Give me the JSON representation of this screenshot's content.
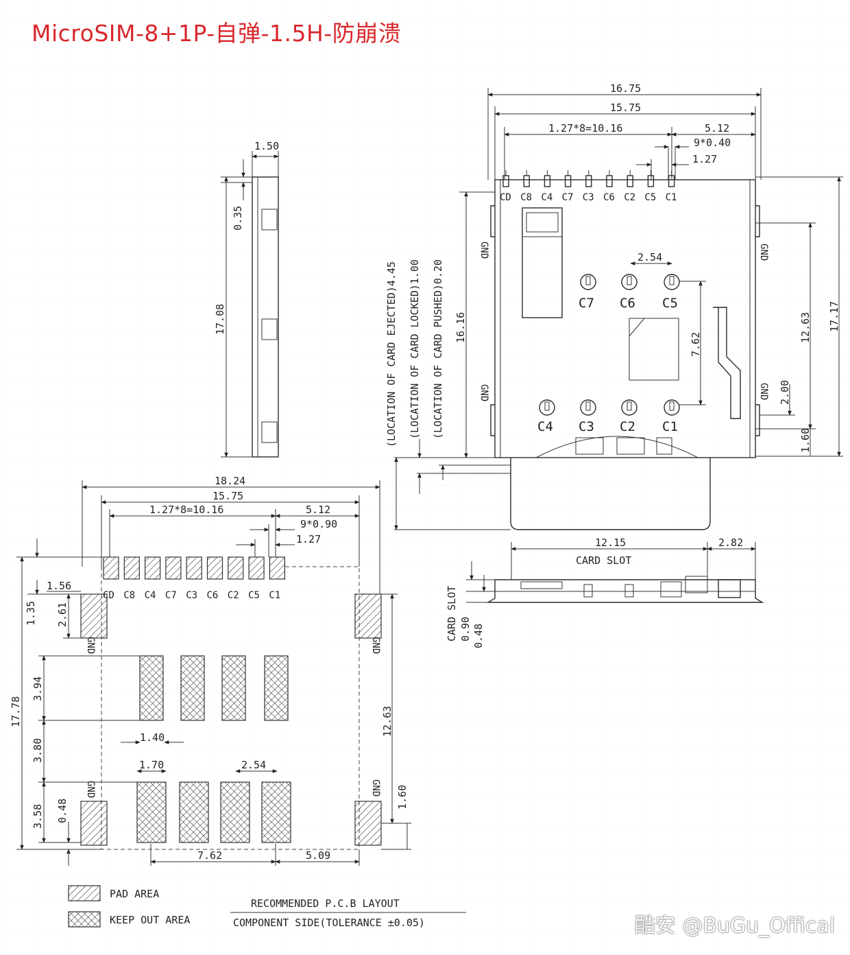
{
  "title": "MicroSIM-8+1P-自弹-1.5H-防崩溃",
  "side_view": {
    "top_width": "1.50",
    "notch": "0.35",
    "height": "17.08"
  },
  "top_view": {
    "overall_width": "16.75",
    "slot_width": "15.75",
    "pitch_total": "1.27*8=10.16",
    "offset": "5.12",
    "pin_width": "9*0.40",
    "pitch": "1.27",
    "pin_labels": [
      "CD",
      "C8",
      "C4",
      "C7",
      "C3",
      "C6",
      "C2",
      "C5",
      "C1"
    ],
    "contacts_top": [
      "C7",
      "C6",
      "C5"
    ],
    "contacts_bottom": [
      "C4",
      "C3",
      "C2",
      "C1"
    ],
    "contact_pitch": "2.54",
    "row_spacing": "7.62",
    "gnd": "GND",
    "ejected": "(LOCATION OF CARD EJECTED)4.45",
    "locked": "(LOCATION OF CARD LOCKED)1.00",
    "pushed": "(LOCATION OF CARD PUSHED)0.20",
    "left_height": "16.16",
    "right_inner": "12.63",
    "right_outer": "17.17",
    "gnd_height": "2.00",
    "gnd_bottom": "1.60"
  },
  "front_view": {
    "slot_width": "12.15",
    "side": "2.82",
    "card_slot": "CARD SLOT",
    "dim_a": "0.90",
    "dim_b": "0.48"
  },
  "pcb_layout": {
    "overall_width": "18.24",
    "slot_width": "15.75",
    "pitch_total": "1.27*8=10.16",
    "offset": "5.12",
    "pad_width": "9*0.90",
    "pitch": "1.27",
    "pin_labels": [
      "CD",
      "C8",
      "C4",
      "C7",
      "C3",
      "C6",
      "C2",
      "C5",
      "C1"
    ],
    "gnd_x": "1.56",
    "gnd_top": "1.35",
    "gnd_h": "2.61",
    "gnd": "GND",
    "overall_height": "17.78",
    "keepout_h": "3.94",
    "gap_h": "3.80",
    "bottom_h": "3.58",
    "gnd_b": "0.48",
    "keepout_w": "1.40",
    "pad_w2": "1.70",
    "pad_pitch": "2.54",
    "right_h": "12.63",
    "right_b": "1.60",
    "bottom_span": "7.62",
    "bottom_off": "5.09"
  },
  "legend": {
    "pad_area": "PAD AREA",
    "keep_out_area": "KEEP OUT AREA",
    "recommended": "RECOMMENDED P.C.B LAYOUT",
    "component_side": "COMPONENT SIDE(TOLERANCE ±0.05)"
  },
  "watermark": "酷安 @BuGu_Offical"
}
